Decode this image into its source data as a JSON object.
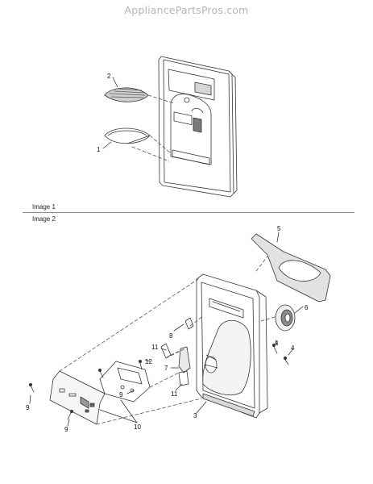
{
  "watermark": "AppliancePartsPros.com",
  "sections": [
    {
      "label": "Image 1"
    },
    {
      "label": "Image 2"
    }
  ],
  "callouts": {
    "c2": "2",
    "c1": "1",
    "c5": "5",
    "c6": "6",
    "c8": "8",
    "c4a": "4",
    "c4b": "4",
    "c12": "12",
    "c11a": "11",
    "c9a": "9",
    "c7": "7",
    "c11b": "11",
    "c9b": "9",
    "c3": "3",
    "c10": "10",
    "c9c": "9"
  }
}
